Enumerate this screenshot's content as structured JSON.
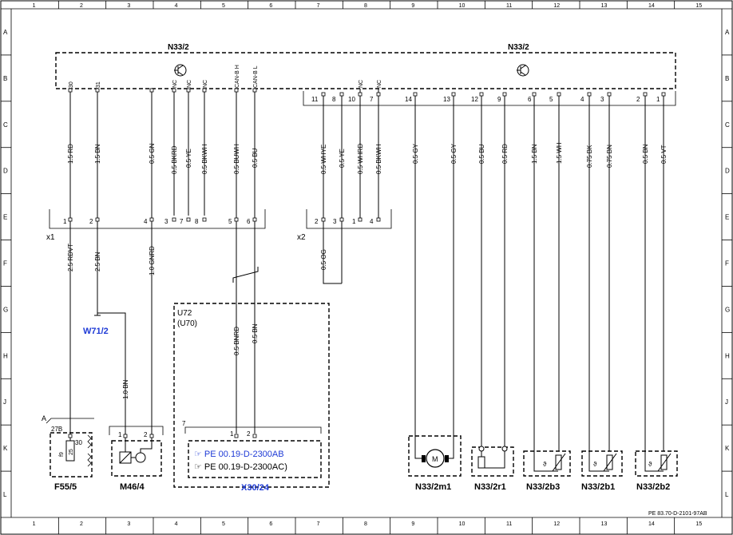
{
  "frame": {
    "columns": [
      "1",
      "2",
      "3",
      "4",
      "5",
      "6",
      "7",
      "8",
      "9",
      "10",
      "11",
      "12",
      "13",
      "14",
      "15"
    ],
    "rows": [
      "A",
      "B",
      "C",
      "D",
      "E",
      "F",
      "G",
      "H",
      "J",
      "K",
      "L"
    ]
  },
  "modules": {
    "left_label": "N33/2",
    "right_label": "N33/2"
  },
  "pins_top_left": [
    "30",
    "31",
    "NC",
    "NC",
    "NC",
    "CAN-B H",
    "CAN-B L"
  ],
  "pins_top_right": [
    "NC",
    "NC"
  ],
  "pin_numbers_right": [
    "11",
    "8",
    "10",
    "7",
    "14",
    "13",
    "12",
    "9",
    "6",
    "5",
    "4",
    "3",
    "2",
    "1"
  ],
  "wires": [
    {
      "label": "1.5 RD"
    },
    {
      "label": "1.5 BN"
    },
    {
      "label": "0.5 GN"
    },
    {
      "label": "0.5 BKRD"
    },
    {
      "label": "0.5 YE"
    },
    {
      "label": "0.5 BKWH"
    },
    {
      "label": "0.5 BUWH"
    },
    {
      "label": "0.5 BU"
    },
    {
      "label": "0.5 WHYE"
    },
    {
      "label": "0.5 YE"
    },
    {
      "label": "0.5 WHRD"
    },
    {
      "label": "0.5 BKWH"
    },
    {
      "label": "0.5 GY"
    },
    {
      "label": "0.5 GY"
    },
    {
      "label": "0.5 BU"
    },
    {
      "label": "0.5 RD"
    },
    {
      "label": "1.5 BN"
    },
    {
      "label": "1.5 WH"
    },
    {
      "label": "0.75 BK"
    },
    {
      "label": "0.75 BN"
    },
    {
      "label": "0.5 BN"
    },
    {
      "label": "0.5 VT"
    }
  ],
  "connectors": {
    "x1": {
      "label": "x1",
      "pins": [
        "1",
        "2",
        "4",
        "3",
        "7",
        "8",
        "5",
        "6"
      ]
    },
    "x2": {
      "label": "x2",
      "pins": [
        "2",
        "3",
        "1",
        "4"
      ]
    }
  },
  "lower_wires": [
    {
      "label": "2.5 RDVT"
    },
    {
      "label": "2.5 BN"
    },
    {
      "label": "1.0 GNRD"
    },
    {
      "label": "0.5 OG"
    },
    {
      "label": "0.5 BNRD"
    },
    {
      "label": "0.5 BN"
    },
    {
      "label": "1.0 BN"
    }
  ],
  "refs": {
    "w71": "W71/2",
    "u72": "U72",
    "u70": "(U70)",
    "x30": "X30/24",
    "ref1": "PE 00.19-D-2300AB",
    "ref2": "PE 00.19-D-2300AC)"
  },
  "bottom_components": {
    "f55": "F55/5",
    "m46": "M46/4",
    "n33_2m1": "N33/2m1",
    "n33_2r1": "N33/2r1",
    "n33_2b3": "N33/2b3",
    "n33_2b1": "N33/2b1",
    "n33_2b2": "N33/2b2"
  },
  "fuse": {
    "terminal": "27B",
    "pin": "30",
    "rating": "25",
    "ref": "f9",
    "letter": "A"
  },
  "misc": {
    "pin1": "1",
    "pin2": "2",
    "seven": "7",
    "motor": "M",
    "theta": "ϑ"
  },
  "footer": "PE 83.70-D-2101-97AB"
}
